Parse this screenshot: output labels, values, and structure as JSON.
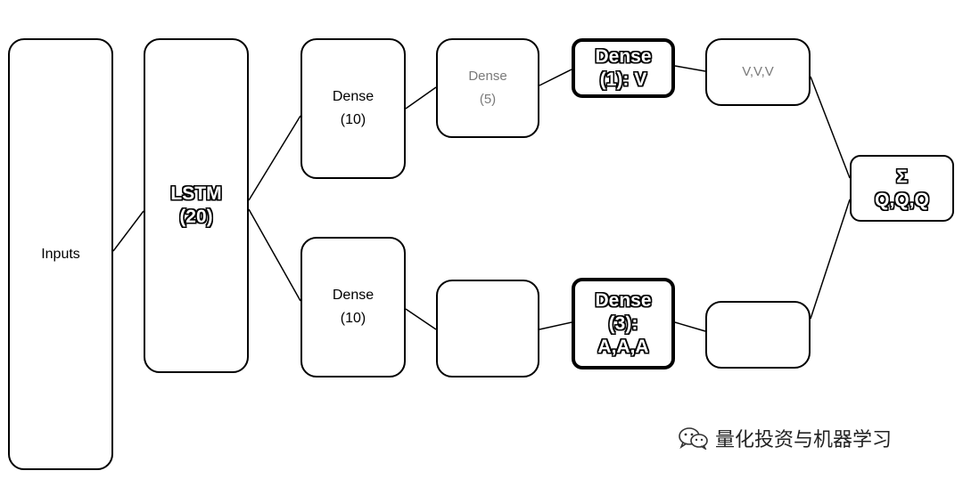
{
  "nodes": {
    "input": {
      "lines": [
        "Inputs"
      ]
    },
    "lstm": {
      "lines": [
        "LSTM",
        "(20)"
      ]
    },
    "dense_a": {
      "lines": [
        "Dense",
        "(10)"
      ]
    },
    "dense_b": {
      "lines": [
        "Dense",
        "(10)"
      ]
    },
    "mid_top": {
      "lines": [
        "Dense",
        "(5)"
      ]
    },
    "mid_bottom": {
      "lines": [
        "",
        ""
      ]
    },
    "dense_1": {
      "lines": [
        "Dense",
        "(1): V"
      ]
    },
    "dense_3": {
      "lines": [
        "Dense",
        "(3):",
        "A,A,A"
      ]
    },
    "out_top": {
      "lines": [
        "V,V,V"
      ]
    },
    "out_bottom": {
      "lines": [
        "",
        ""
      ]
    },
    "sum": {
      "lines": [
        "Σ",
        "Q,Q,Q"
      ]
    }
  },
  "watermark": {
    "icon": "wechat-icon",
    "text": "量化投资与机器学习"
  }
}
